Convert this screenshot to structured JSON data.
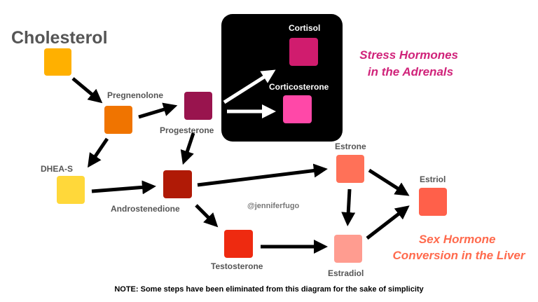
{
  "title": "Cholesterol",
  "nodes": {
    "cholesterol": {
      "color": "#FFB000"
    },
    "pregnenolone": {
      "label": "Pregnenolone",
      "color": "#F07400"
    },
    "progesterone": {
      "label": "Progesterone",
      "color": "#99144E"
    },
    "cortisol": {
      "label": "Cortisol",
      "color": "#D01C6E"
    },
    "corticosterone": {
      "label": "Corticosterone",
      "color": "#FF48A8"
    },
    "dhea_s": {
      "label": "DHEA-S",
      "color": "#FFD83A"
    },
    "androstenedione": {
      "label": "Androstenedione",
      "color": "#B01A06"
    },
    "testosterone": {
      "label": "Testosterone",
      "color": "#EE2A10"
    },
    "estrone": {
      "label": "Estrone",
      "color": "#FF7158"
    },
    "estradiol": {
      "label": "Estradiol",
      "color": "#FF9C90"
    },
    "estriol": {
      "label": "Estriol",
      "color": "#FF604A"
    }
  },
  "regions": {
    "adrenals": {
      "caption_line1": "Stress Hormones",
      "caption_line2": "in the Adrenals",
      "caption_color": "#D0237A",
      "box_color": "#000000"
    },
    "liver": {
      "caption_line1": "Sex Hormone",
      "caption_line2": "Conversion in the Liver",
      "caption_color": "#FF6A4D"
    }
  },
  "watermark": "@jenniferfugo",
  "footnote": "NOTE: Some steps have been eliminated from this diagram for the sake of simplicity"
}
